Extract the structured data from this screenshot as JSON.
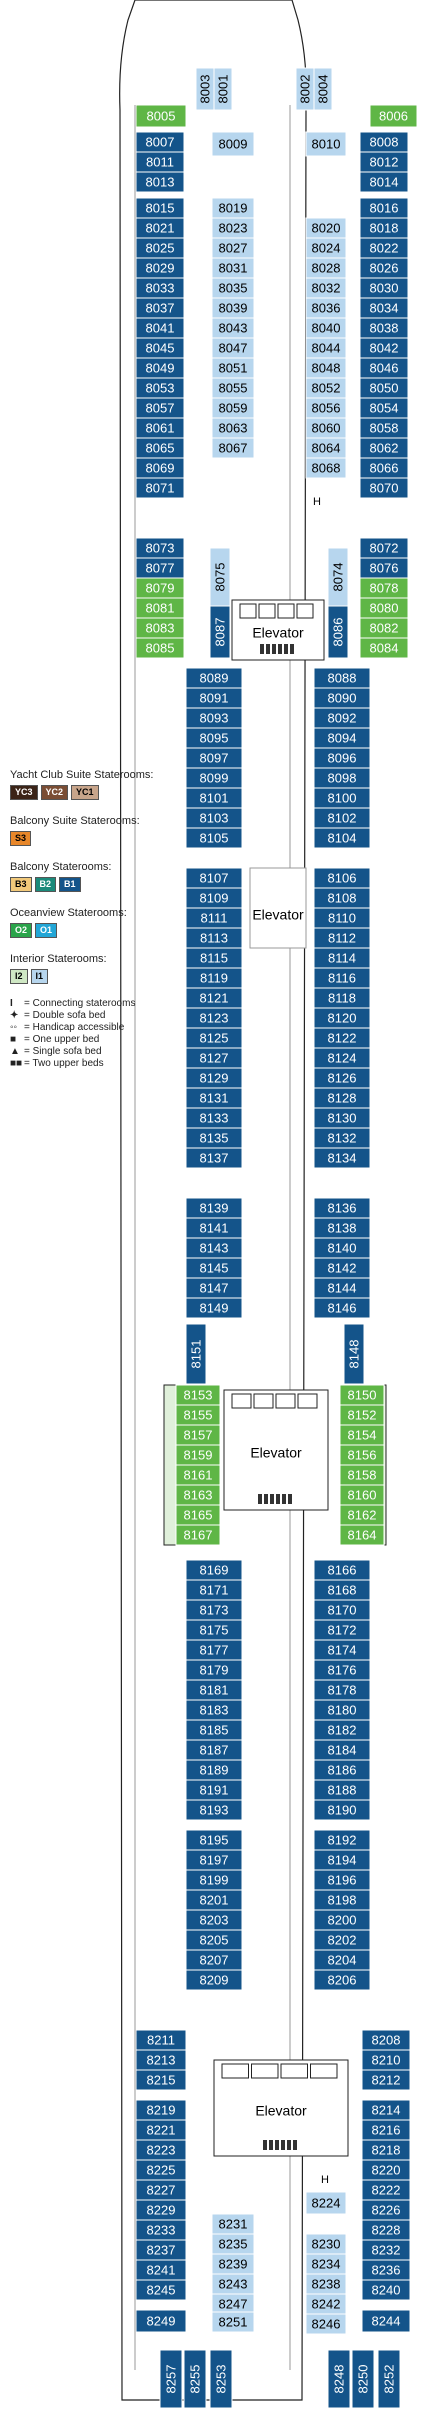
{
  "colors": {
    "interior": "#b7d6ee",
    "oceanview": "#14548a",
    "balcony_suite": "#e8872a",
    "balcony": "#14548a",
    "yacht": "#5a3524",
    "green": "#5fb646",
    "hull": "#ffffff",
    "line": "#222222"
  },
  "legend": {
    "yacht_club": {
      "label": "Yacht Club Suite Staterooms:",
      "codes": [
        "YC3",
        "YC2",
        "YC1"
      ]
    },
    "balcony_suite": {
      "label": "Balcony Suite Staterooms:",
      "codes": [
        "S3"
      ]
    },
    "balcony": {
      "label": "Balcony Staterooms:",
      "codes": [
        "B3",
        "B2",
        "B1"
      ]
    },
    "oceanview": {
      "label": "Oceanview Staterooms:",
      "codes": [
        "O2",
        "O1"
      ]
    },
    "interior": {
      "label": "Interior Staterooms:",
      "codes": [
        "I2",
        "I1"
      ]
    },
    "symbols": [
      {
        "glyph": "I",
        "text": "= Connecting staterooms"
      },
      {
        "glyph": "✦",
        "text": "= Double sofa bed"
      },
      {
        "glyph": "◦◦",
        "text": "= Handicap accessible"
      },
      {
        "glyph": "■",
        "text": "= One upper bed"
      },
      {
        "glyph": "▲",
        "text": "= Single sofa bed"
      },
      {
        "glyph": "■■",
        "text": "= Two upper beds"
      }
    ]
  },
  "elevator_label": "Elevator",
  "h_label": "H",
  "cabins": {
    "top_green": [
      "8005",
      "8006"
    ],
    "bow_interior": [
      "8003",
      "8001",
      "8002",
      "8004"
    ],
    "fwd_left_outer": [
      "8007",
      "8011",
      "8013",
      "8015",
      "8021",
      "8025",
      "8029",
      "8033",
      "8037",
      "8041",
      "8045",
      "8049",
      "8053",
      "8057",
      "8061",
      "8065",
      "8069",
      "8071",
      "8073",
      "8077"
    ],
    "fwd_right_outer": [
      "8008",
      "8012",
      "8014",
      "8016",
      "8018",
      "8022",
      "8026",
      "8030",
      "8034",
      "8038",
      "8042",
      "8046",
      "8050",
      "8054",
      "8058",
      "8062",
      "8066",
      "8070",
      "8072",
      "8076"
    ],
    "fwd_left_inner": [
      "8009",
      "8019",
      "8023",
      "8027",
      "8031",
      "8035",
      "8039",
      "8043",
      "8047",
      "8051",
      "8055",
      "8059",
      "8063",
      "8067"
    ],
    "fwd_right_inner": [
      "8010",
      "8020",
      "8024",
      "8028",
      "8032",
      "8036",
      "8040",
      "8044",
      "8048",
      "8052",
      "8056",
      "8060",
      "8064",
      "8068"
    ],
    "fwd_left_green": [
      "8079",
      "8081",
      "8083",
      "8085"
    ],
    "fwd_right_green": [
      "8078",
      "8080",
      "8082",
      "8084"
    ],
    "fwd_vertical": [
      "8075",
      "8074",
      "8087",
      "8086"
    ],
    "mid1_left": [
      "8089",
      "8091",
      "8093",
      "8095",
      "8097",
      "8099",
      "8101",
      "8103",
      "8105",
      "8107",
      "8109",
      "8111",
      "8113",
      "8115",
      "8119",
      "8121",
      "8123",
      "8125",
      "8127",
      "8129",
      "8131",
      "8133",
      "8135",
      "8137",
      "8139",
      "8141",
      "8143",
      "8145",
      "8147",
      "8149"
    ],
    "mid1_right": [
      "8088",
      "8090",
      "8092",
      "8094",
      "8096",
      "8098",
      "8100",
      "8102",
      "8104",
      "8106",
      "8108",
      "8110",
      "8112",
      "8114",
      "8116",
      "8118",
      "8120",
      "8122",
      "8124",
      "8126",
      "8128",
      "8130",
      "8132",
      "8134",
      "8136",
      "8138",
      "8140",
      "8142",
      "8144",
      "8146"
    ],
    "mid_vertical": [
      "8151",
      "8148"
    ],
    "mid_left_green": [
      "8153",
      "8155",
      "8157",
      "8159",
      "8161",
      "8163",
      "8165",
      "8167"
    ],
    "mid_right_green": [
      "8150",
      "8152",
      "8154",
      "8156",
      "8158",
      "8160",
      "8162",
      "8164"
    ],
    "mid2_left": [
      "8169",
      "8171",
      "8173",
      "8175",
      "8177",
      "8179",
      "8181",
      "8183",
      "8185",
      "8187",
      "8189",
      "8191",
      "8193",
      "8195",
      "8197",
      "8199",
      "8201",
      "8203",
      "8205",
      "8207",
      "8209"
    ],
    "mid2_right": [
      "8166",
      "8168",
      "8170",
      "8172",
      "8174",
      "8176",
      "8178",
      "8180",
      "8182",
      "8184",
      "8186",
      "8188",
      "8190",
      "8192",
      "8194",
      "8196",
      "8198",
      "8200",
      "8202",
      "8204",
      "8206"
    ],
    "aft_left_outer": [
      "8211",
      "8213",
      "8215",
      "8219",
      "8221",
      "8223",
      "8225",
      "8227",
      "8229",
      "8233",
      "8237",
      "8241",
      "8245",
      "8249"
    ],
    "aft_right_outer": [
      "8208",
      "8210",
      "8212",
      "8214",
      "8216",
      "8218",
      "8220",
      "8222",
      "8226",
      "8228",
      "8232",
      "8236",
      "8240",
      "8244"
    ],
    "aft_left_inner": [
      "8231",
      "8235",
      "8239",
      "8243",
      "8247",
      "8251"
    ],
    "aft_right_inner": [
      "8224",
      "8230",
      "8234",
      "8238",
      "8242",
      "8246"
    ],
    "stern_vertical": [
      "8257",
      "8255",
      "8253",
      "8248",
      "8250",
      "8252"
    ]
  }
}
